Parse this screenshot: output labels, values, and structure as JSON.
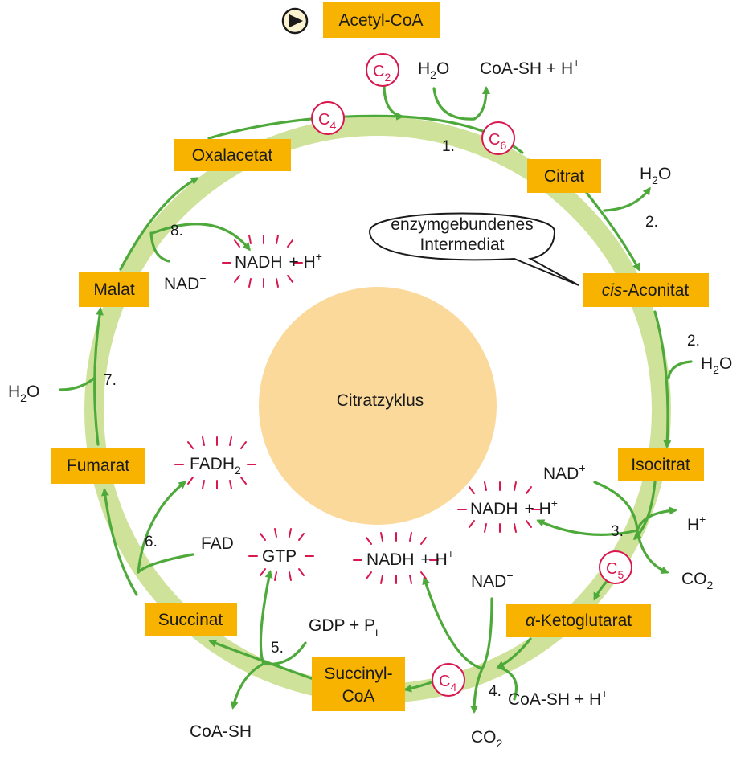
{
  "center_label": "Citratzyklus",
  "bubble": {
    "line1": "enzymgebundenes",
    "line2": "Intermediat"
  },
  "boxes": {
    "acetyl": "Acetyl-CoA",
    "citrat": "Citrat",
    "cis": "-Aconitat",
    "cis_italic": "cis",
    "isocitrat": "Isocitrat",
    "keto": "-Ketoglutarat",
    "keto_alpha": "α",
    "succinyl_1": "Succinyl-",
    "succinyl_2": "CoA",
    "succinat": "Succinat",
    "fumarat": "Fumarat",
    "malat": "Malat",
    "oxal": "Oxalacetat"
  },
  "steps": {
    "s1": "1.",
    "s2a": "2.",
    "s2b": "2.",
    "s3": "3.",
    "s4": "4.",
    "s5": "5.",
    "s6": "6.",
    "s7": "7.",
    "s8": "8."
  },
  "carbon_badges": {
    "c2": "C",
    "c2_sub": "2",
    "c4_top": "C",
    "c4_top_sub": "4",
    "c6": "C",
    "c6_sub": "6",
    "c5": "C",
    "c5_sub": "5",
    "c4_bottom": "C",
    "c4_bottom_sub": "4"
  },
  "molecules": {
    "h2o_main": "H",
    "h2o_sub": "2",
    "h2o_O": "O",
    "coash_h": "CoA-SH + H",
    "plus_sup": "+",
    "nad": "NAD",
    "nadh": "NADH",
    "plus_h": "+ H",
    "h_plus": "H",
    "co2": "CO",
    "co2_sub": "2",
    "coash_h_bottom": "CoA-SH + H",
    "gdp": "GDP + P",
    "gdp_sub": "i",
    "gtp": "GTP",
    "coash": "CoA-SH",
    "fad": "FAD",
    "fadh": "FADH",
    "fadh_sub": "2"
  },
  "colors": {
    "ring": "#cfe29a",
    "box": "#f7b300",
    "center": "#fbd99b",
    "arrow": "#4ea93b",
    "accent": "#d9174f"
  },
  "icons": {
    "start": "play-icon"
  }
}
